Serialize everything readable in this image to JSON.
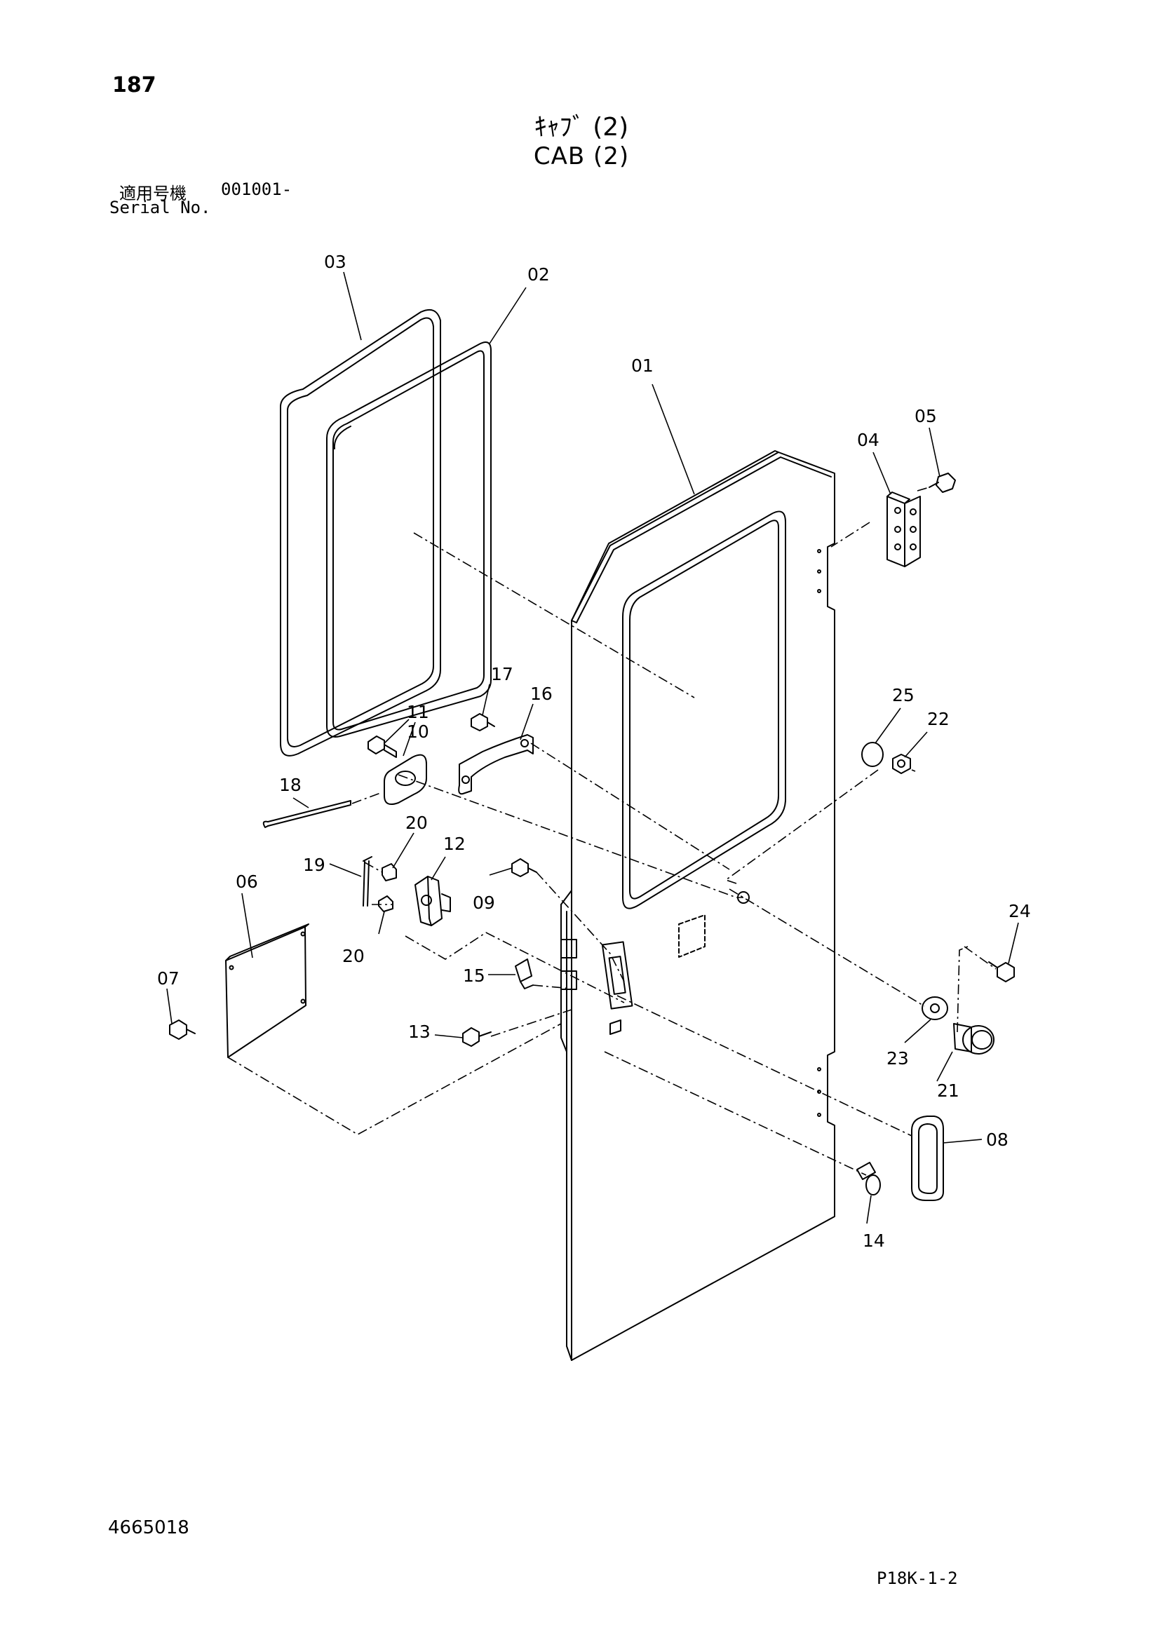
{
  "header": {
    "page_number": "187",
    "title_jp": "ｷｬﾌﾞ (2)",
    "title_en": "CAB (2)",
    "serial_label_jp": "適用号機",
    "serial_value": "001001-",
    "serial_label_en": "Serial No."
  },
  "footer": {
    "drawing_number": "4665018",
    "page_code": "P18K-1-2"
  },
  "callouts": {
    "c01": "01",
    "c02": "02",
    "c03": "03",
    "c04": "04",
    "c05": "05",
    "c06": "06",
    "c07": "07",
    "c08": "08",
    "c09": "09",
    "c10": "10",
    "c11": "11",
    "c12": "12",
    "c13": "13",
    "c14": "14",
    "c15": "15",
    "c16": "16",
    "c17": "17",
    "c18": "18",
    "c19": "19",
    "c20a": "20",
    "c20b": "20",
    "c21": "21",
    "c22": "22",
    "c23": "23",
    "c24": "24",
    "c25": "25"
  }
}
